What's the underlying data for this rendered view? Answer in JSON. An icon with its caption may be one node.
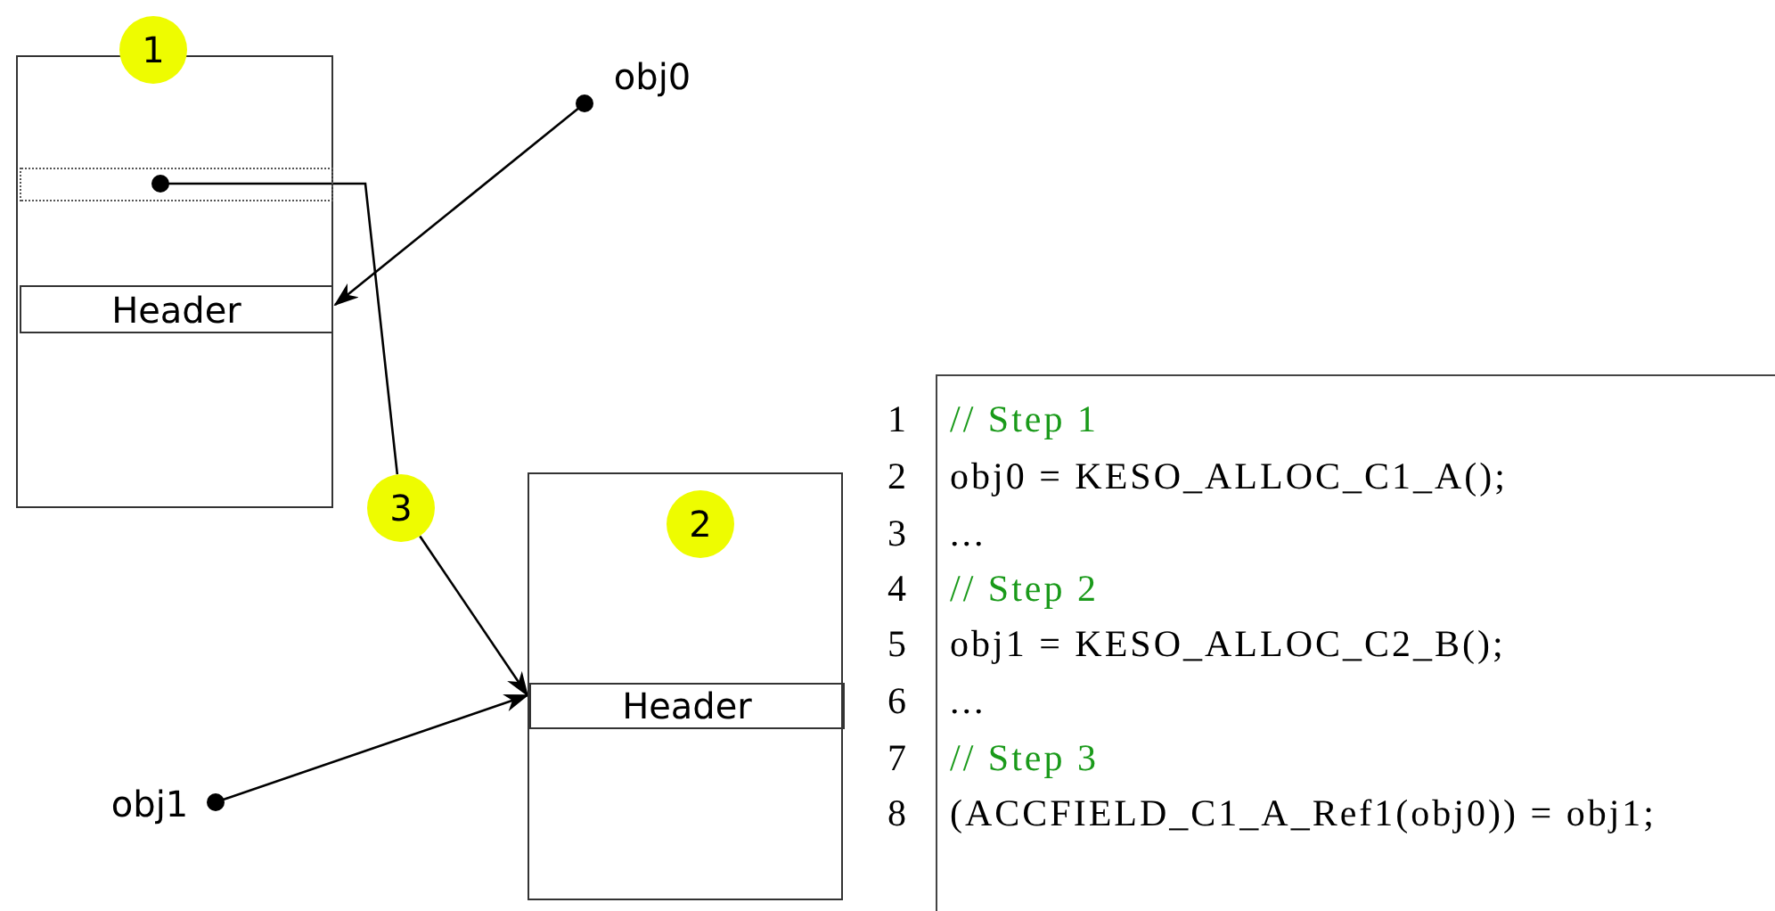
{
  "diagram": {
    "nodes": [
      {
        "text": [],
        "shape": "box"
      },
      {
        "text": [
          "1"
        ]
      },
      {
        "text": [],
        "shape": "box",
        "in": 0
      },
      {
        "text": [
          "Header"
        ],
        "in": 0
      },
      {
        "text": [
          "obj0"
        ]
      },
      {
        "text": [],
        "shape": "box"
      },
      {
        "text": [
          "2"
        ],
        "in": 5
      },
      {
        "text": [
          "Header"
        ],
        "in": 5
      },
      {
        "text": [
          "obj1"
        ]
      },
      {
        "text": [
          "3"
        ]
      }
    ],
    "edges": [
      {
        "from": 4,
        "to": 3,
        "arrow": "to"
      },
      {
        "from": 2,
        "to": 9,
        "arrow": "other"
      },
      {
        "from": 9,
        "to": 7,
        "arrow": "to"
      },
      {
        "from": 8,
        "to": 7,
        "arrow": "to"
      }
    ],
    "labels": [
      "1",
      "// Step 1",
      "2",
      "obj0 = KESO_ALLOC_C1_A();",
      "3",
      "...",
      "4",
      "// Step 2",
      "5",
      "obj1 = KESO_ALLOC_C2_B();",
      "6",
      "...",
      "7",
      "// Step 3",
      "8",
      "(ACCFIELD_C1_A_Ref1(obj0)) = obj1;"
    ]
  }
}
